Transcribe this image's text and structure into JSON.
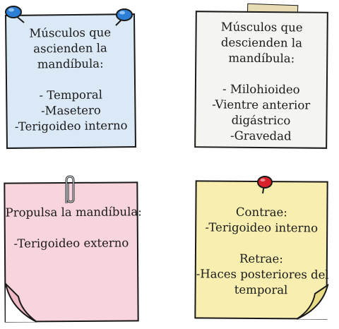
{
  "notes": [
    {
      "id": "n1",
      "color": "#dbe9f7",
      "lines": [
        "Músculos que",
        "ascienden la",
        "mandíbula:",
        "",
        "- Temporal",
        "-Masetero",
        "-Terigoideo interno"
      ]
    },
    {
      "id": "n2",
      "color": "#f4f4f0",
      "lines": [
        "Músculos que",
        "descienden la",
        "mandíbula:",
        "",
        "",
        "- Milohioideo",
        "-Vientre anterior",
        "digástrico",
        "-Gravedad"
      ]
    },
    {
      "id": "n3",
      "color": "#f8d4dc",
      "lines": [
        "Propulsa la mandíbula:",
        "",
        "-Terigoideo externo"
      ]
    },
    {
      "id": "n4",
      "color": "#f7eeb0",
      "lines": [
        "Contrae:",
        "-Terigoideo interno",
        "",
        "Retrae:",
        "-Haces posteriores del",
        "temporal"
      ]
    }
  ]
}
